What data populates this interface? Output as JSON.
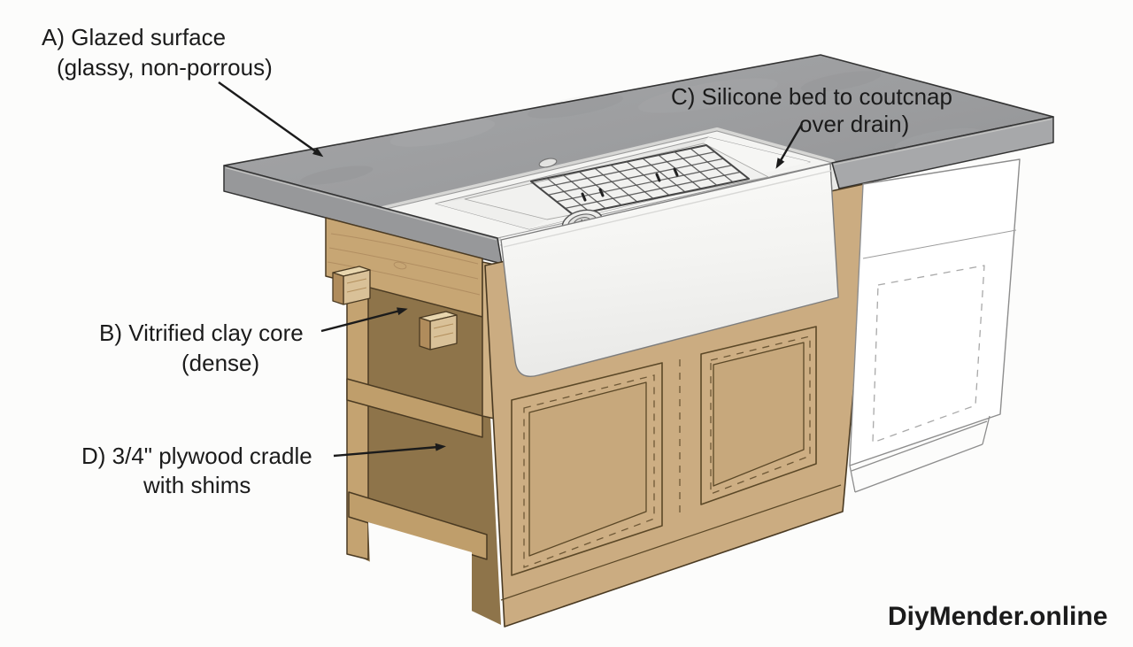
{
  "colors": {
    "background": "#fcfcfb",
    "countertop_top": "#9b9c9e",
    "countertop_face_left": "#97989a",
    "countertop_face_right": "#a7a8aa",
    "countertop_curb": "#d6d6d4",
    "sink_white": "#f4f4f2",
    "sink_wall_back": "#e8e8e6",
    "wood_front": "#cbac81",
    "wood_band": "#c7a674",
    "wood_rail": "#bf9e6b",
    "wood_interior": "#8e744a",
    "ink": "#1b1b1b"
  },
  "callouts": {
    "a": {
      "line1": "A) Glazed surface",
      "line2": "(glassy, non-porrous)"
    },
    "c": {
      "line1": "C) Silicone bed to coutcnap",
      "line2": "over drain)"
    },
    "b": {
      "line1": "B) Vitrified clay core",
      "line2": "(dense)"
    },
    "d": {
      "line1": "D) 3/4\" plywood cradle",
      "line2": "with shims"
    }
  },
  "watermark": "DiyMender.online"
}
